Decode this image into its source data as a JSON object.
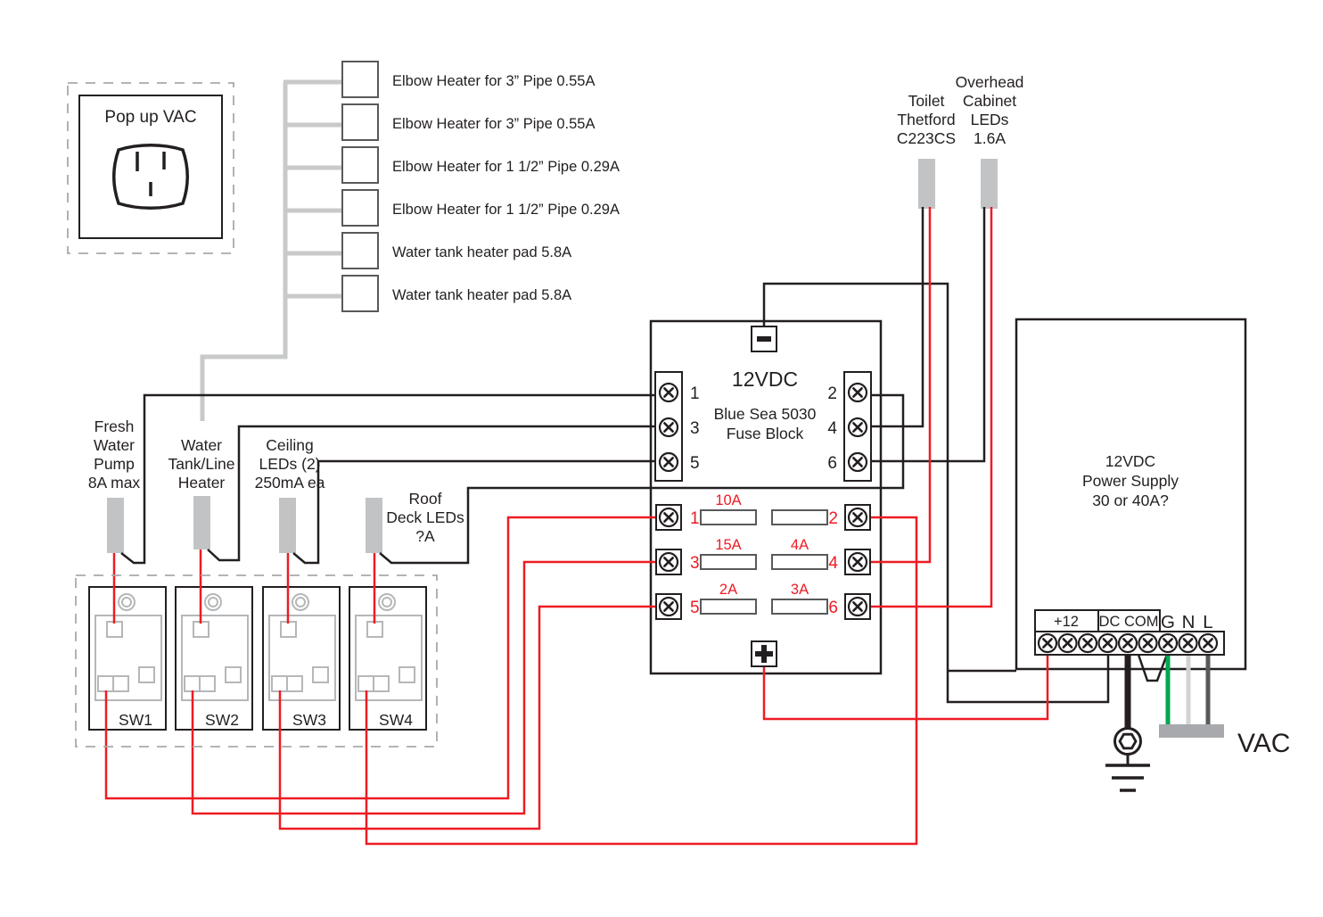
{
  "colors": {
    "wire_black": "#231f20",
    "wire_red": "#ed1c24",
    "wire_gray": "#c8c9ca",
    "wire_green": "#00a651",
    "wire_neutral": "#d1d3d4",
    "wire_line": "#58595b",
    "connector_gray": "#c1c3c5",
    "bar_gray": "#a7a9ac"
  },
  "popup_vac": {
    "label": "Pop up VAC"
  },
  "heaters": {
    "items": [
      "Elbow Heater for 3” Pipe 0.55A",
      "Elbow Heater for 3” Pipe 0.55A",
      "Elbow Heater for 1 1/2” Pipe 0.29A",
      "Elbow Heater for 1 1/2” Pipe 0.29A",
      "Water tank heater pad 5.8A",
      "Water tank heater pad 5.8A"
    ]
  },
  "top_loads": {
    "toilet": {
      "line1": "Toilet",
      "line2": "Thetford",
      "line3": "C223CS"
    },
    "overhead": {
      "line1": "Overhead",
      "line2": "Cabinet",
      "line3": "LEDs",
      "line4": "1.6A"
    }
  },
  "left_loads": {
    "pump": {
      "line1": "Fresh",
      "line2": "Water",
      "line3": "Pump",
      "line4": "8A max"
    },
    "water_heater": {
      "line1": "Water",
      "line2": "Tank/Line",
      "line3": "Heater"
    },
    "ceiling": {
      "line1": "Ceiling",
      "line2": "LEDs (2)",
      "line3": "250mA ea"
    },
    "roof": {
      "line1": "Roof",
      "line2": "Deck LEDs",
      "line3": "?A"
    }
  },
  "fuse_block": {
    "title": "12VDC",
    "subtitle1": "Blue Sea 5030",
    "subtitle2": "Fuse Block",
    "neg_left": [
      "1",
      "3",
      "5"
    ],
    "neg_right": [
      "2",
      "4",
      "6"
    ],
    "pos_left": [
      "1",
      "3",
      "5"
    ],
    "pos_right": [
      "2",
      "4",
      "6"
    ],
    "fuse_labels": {
      "r1_left": "10A",
      "r1_right": "",
      "r2_left": "15A",
      "r2_right": "4A",
      "r3_left": "2A",
      "r3_right": "3A"
    }
  },
  "power_supply": {
    "line1": "12VDC",
    "line2": "Power Supply",
    "line3": "30 or 40A?",
    "terminals": {
      "plus12": "+12",
      "dc_com": "DC COM",
      "g": "G",
      "n": "N",
      "l": "L"
    }
  },
  "switches": {
    "sw1": "SW1",
    "sw2": "SW2",
    "sw3": "SW3",
    "sw4": "SW4"
  },
  "vac": {
    "label": "VAC"
  }
}
